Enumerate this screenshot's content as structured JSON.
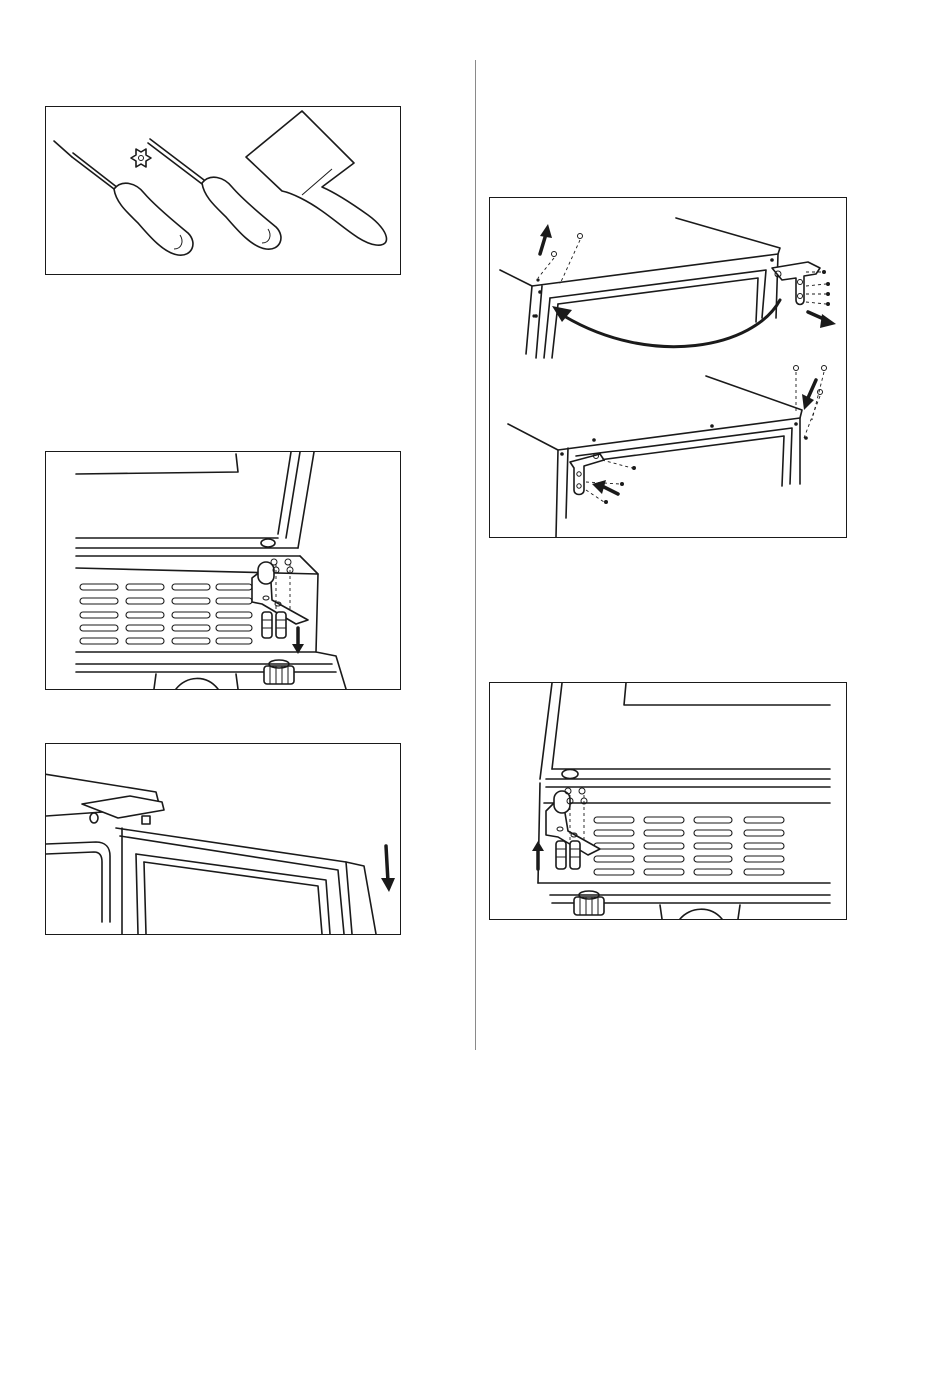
{
  "figures": [
    {
      "id": "tools",
      "icon": "tools-illustration"
    },
    {
      "id": "lower-hinge-removal",
      "icon": "lower-hinge-illustration"
    },
    {
      "id": "door-lift-off",
      "icon": "door-removal-illustration"
    },
    {
      "id": "upper-hinge-swap",
      "icon": "upper-hinge-illustration"
    },
    {
      "id": "lower-hinge-refit",
      "icon": "hinge-refit-illustration"
    }
  ],
  "colors": {
    "line": "#1a1a1a",
    "divider": "#8a8a8a",
    "background": "#ffffff"
  }
}
